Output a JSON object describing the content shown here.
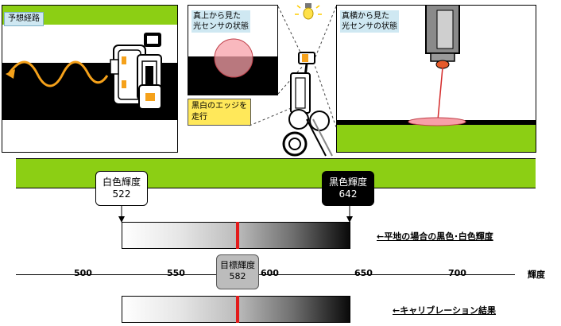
{
  "panels": {
    "route_label": "予想経路",
    "top_view_label_line1": "真上から見た",
    "top_view_label_line2": "光センサの状態",
    "side_view_label_line1": "真横から見た",
    "side_view_label_line2": "光センサの状態"
  },
  "edge_note": {
    "line1": "黒白のエッジを",
    "line2": "走行"
  },
  "white_callout": {
    "title": "白色輝度",
    "value": "522"
  },
  "black_callout": {
    "title": "黒色輝度",
    "value": "642"
  },
  "target_callout": {
    "title": "目標輝度",
    "value": "582"
  },
  "captions": {
    "flat": "←平地の場合の黒色･白色輝度",
    "calibration": "←キャリブレーション結果"
  },
  "axis": {
    "label": "輝度",
    "ticks": [
      "500",
      "550",
      "600",
      "650",
      "700"
    ]
  },
  "chart_data": {
    "type": "diagram",
    "axis_label": "輝度",
    "ticks": [
      500,
      550,
      600,
      650,
      700
    ],
    "white_luminance": 522,
    "black_luminance": 642,
    "target_luminance": 582
  },
  "colors": {
    "green": "#8ccf14",
    "label_bg": "#cfe8f2",
    "orange": "#f5a11a",
    "red_line": "#e31b1b",
    "sensor_pink": "#f7a0a8"
  }
}
